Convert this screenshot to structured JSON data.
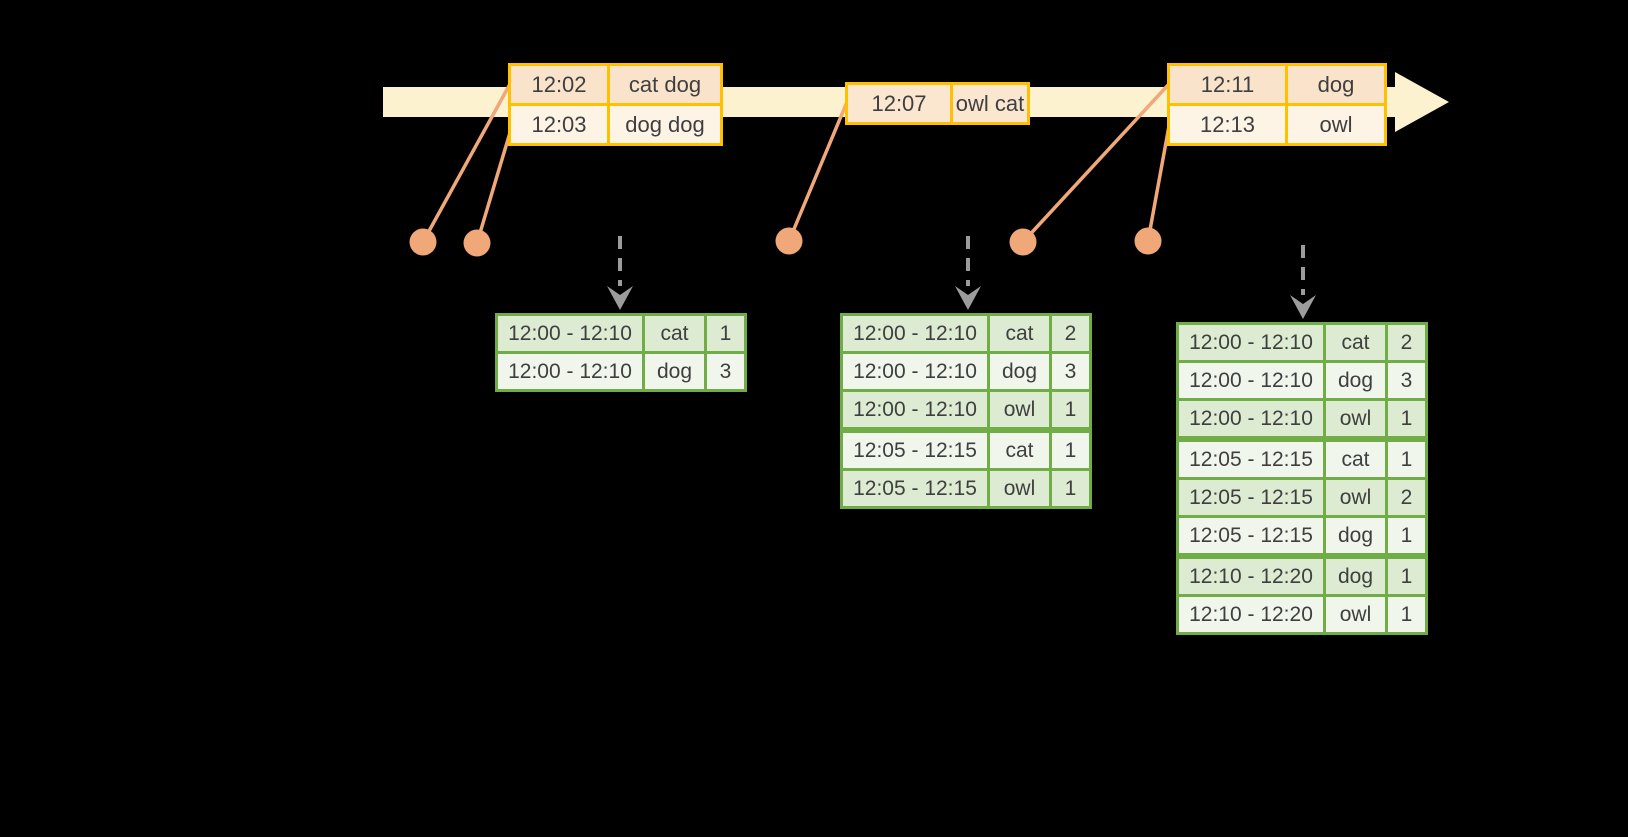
{
  "palette": {
    "background": "#000000",
    "timeline_fill": "#FCF2CF",
    "event_border": "#FFC000",
    "event_row_dark": "#FAE3CB",
    "event_row_light": "#FEF4E6",
    "event_row_mid": "#FBE6D0",
    "connector_dot": "#F0A878",
    "table_border": "#70AD47",
    "table_row_dark": "#DCEBD1",
    "table_row_light": "#F1F6EC",
    "trigger_arrow": "#9C9C9C",
    "text": "#3F3F3F"
  },
  "events": [
    {
      "rows": [
        {
          "time": "12:02",
          "words": "cat dog"
        },
        {
          "time": "12:03",
          "words": "dog dog"
        }
      ]
    },
    {
      "rows": [
        {
          "time": "12:07",
          "words": "owl cat"
        }
      ]
    },
    {
      "rows": [
        {
          "time": "12:11",
          "words": "dog"
        },
        {
          "time": "12:13",
          "words": "owl"
        }
      ]
    }
  ],
  "result_tables": [
    {
      "rows": [
        {
          "window": "12:00 - 12:10",
          "word": "cat",
          "count": "1"
        },
        {
          "window": "12:00 - 12:10",
          "word": "dog",
          "count": "3"
        }
      ]
    },
    {
      "rows": [
        {
          "window": "12:00 - 12:10",
          "word": "cat",
          "count": "2"
        },
        {
          "window": "12:00 - 12:10",
          "word": "dog",
          "count": "3"
        },
        {
          "window": "12:00 - 12:10",
          "word": "owl",
          "count": "1"
        },
        {
          "window": "12:05 - 12:15",
          "word": "cat",
          "count": "1"
        },
        {
          "window": "12:05 - 12:15",
          "word": "owl",
          "count": "1"
        }
      ]
    },
    {
      "rows": [
        {
          "window": "12:00 - 12:10",
          "word": "cat",
          "count": "2"
        },
        {
          "window": "12:00 - 12:10",
          "word": "dog",
          "count": "3"
        },
        {
          "window": "12:00 - 12:10",
          "word": "owl",
          "count": "1"
        },
        {
          "window": "12:05 - 12:15",
          "word": "cat",
          "count": "1"
        },
        {
          "window": "12:05 - 12:15",
          "word": "owl",
          "count": "2"
        },
        {
          "window": "12:05 - 12:15",
          "word": "dog",
          "count": "1"
        },
        {
          "window": "12:10 - 12:20",
          "word": "dog",
          "count": "1"
        },
        {
          "window": "12:10 - 12:20",
          "word": "owl",
          "count": "1"
        }
      ]
    }
  ]
}
